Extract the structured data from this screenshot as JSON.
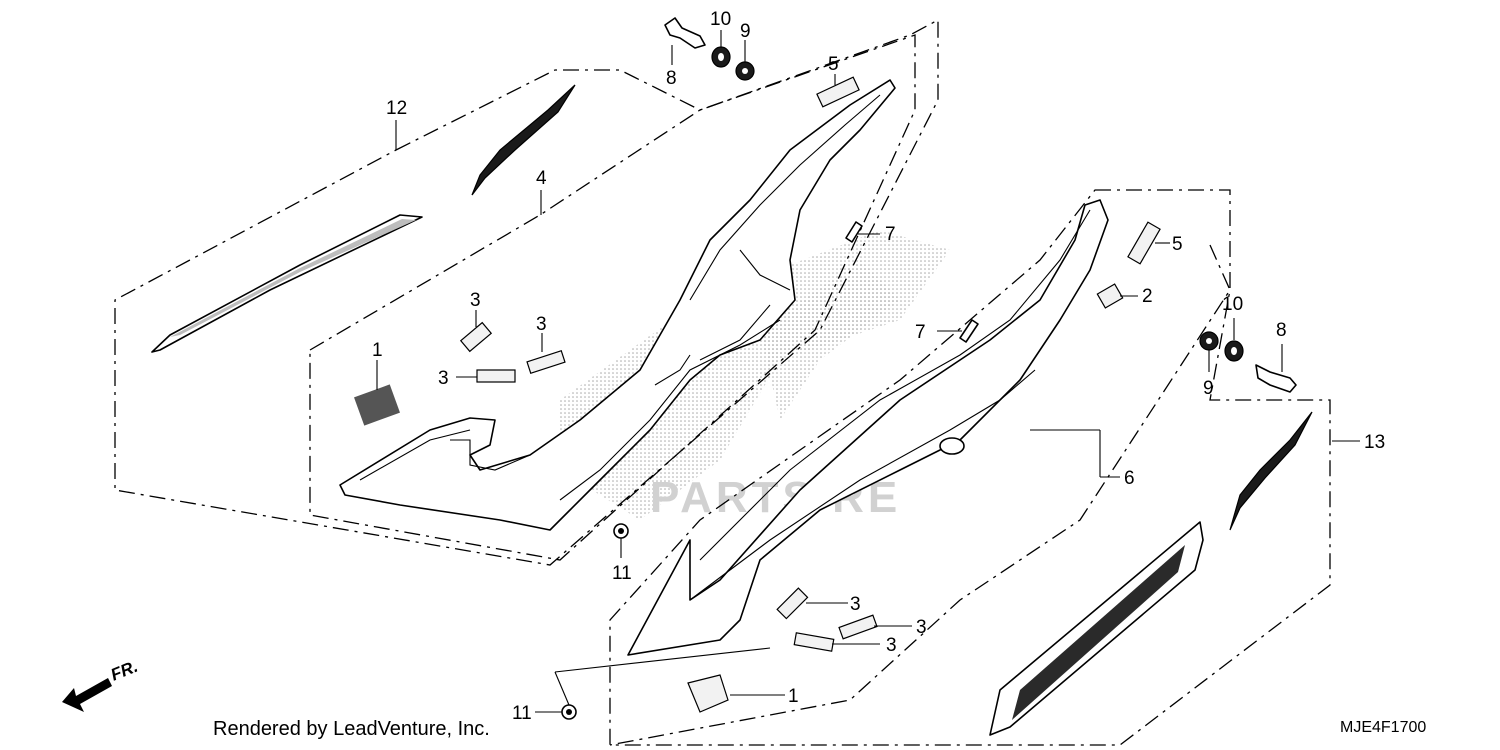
{
  "diagram": {
    "callouts": {
      "c1_left": "1",
      "c1_right": "1",
      "c2": "2",
      "c3_a": "3",
      "c3_b": "3",
      "c3_c": "3",
      "c3_d": "3",
      "c3_e": "3",
      "c3_f": "3",
      "c4": "4",
      "c5_top": "5",
      "c5_right": "5",
      "c6": "6",
      "c7_top": "7",
      "c7_mid": "7",
      "c8_top": "8",
      "c8_right": "8",
      "c9_top": "9",
      "c9_right": "9",
      "c10_top": "10",
      "c10_right": "10",
      "c11_mid": "11",
      "c11_bottom": "11",
      "c12": "12",
      "c13": "13"
    },
    "direction_label": "FR.",
    "credit": "Rendered by LeadVenture, Inc.",
    "code": "MJE4F1700",
    "watermark_logo_text": "PARTS RE"
  }
}
